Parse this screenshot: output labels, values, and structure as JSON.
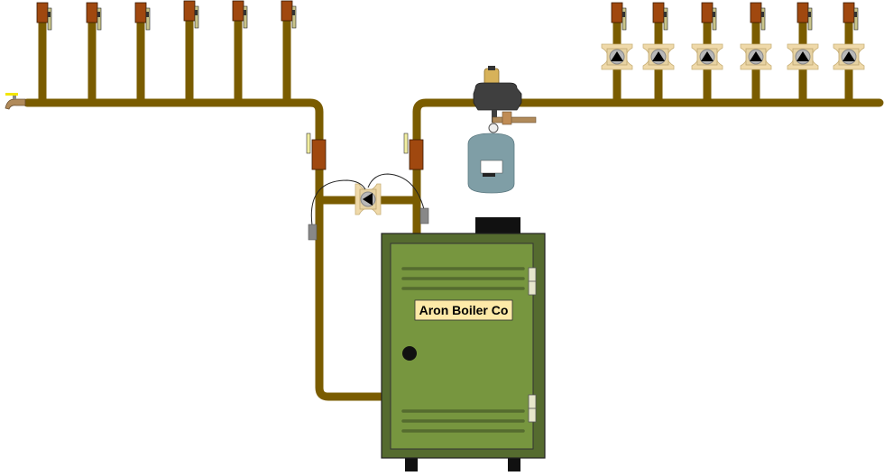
{
  "boiler": {
    "label": "Aron Boiler Co"
  },
  "colors": {
    "pipe": "#7a5c00",
    "valve": "#a0480f",
    "boiler_outer": "#556b2f",
    "boiler_inner": "#77963f",
    "label_bg": "#fde9a8",
    "tank": "#7f9ea6"
  },
  "left_zones": 6,
  "right_zones": 6
}
